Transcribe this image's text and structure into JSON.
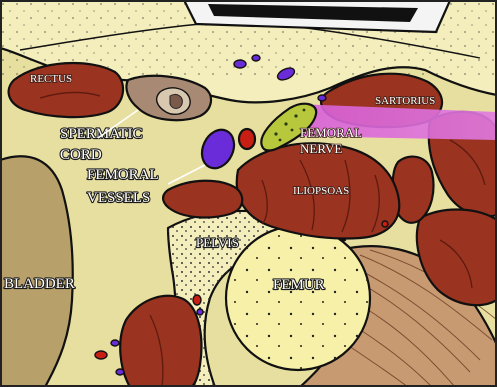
{
  "diagram": {
    "labels": {
      "rectus": "RECTUS",
      "spermatic_cord_line1": "SPERMATIC",
      "spermatic_cord_line2": "CORD",
      "femoral_vessels_line1": "FEMORAL",
      "femoral_vessels_line2": "VESSELS",
      "sartorius": "SARTORIUS",
      "femoral_nerve_line1": "FEMORAL",
      "femoral_nerve_line2": "NERVE",
      "iliopsoas": "ILIOPSOAS",
      "pelvis": "PELVIS",
      "femur": "FEMUR",
      "bladder": "BLADDER"
    },
    "colors": {
      "background_tissue": "#e7dfa0",
      "fat_layer": "#f3eebc",
      "muscle": "#9a3320",
      "muscle_dark": "#5e1a0e",
      "bladder": "#b8a06a",
      "bone": "#f6f0a8",
      "artery": "#c81e14",
      "vein": "#6a2cd8",
      "nerve": "#b8c83c",
      "nerve_highlight": "#d85ed8",
      "spermatic_cord": "#a88a74",
      "probe": "#111111"
    },
    "icons": {
      "ultrasound_probe": "probe-icon"
    }
  }
}
